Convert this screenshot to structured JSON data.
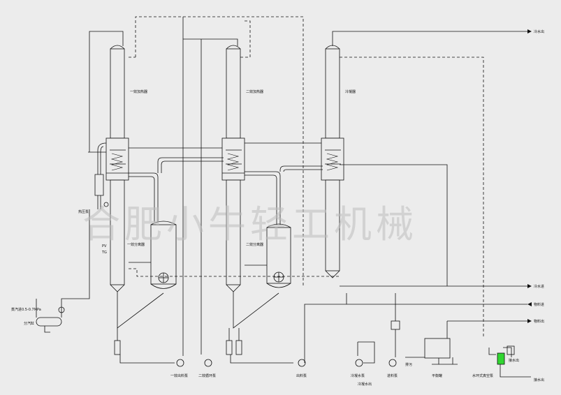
{
  "watermark": "合肥小牛轻工机械",
  "labels": {
    "heater1": "一效加热器",
    "heater2": "二效加热器",
    "condenser": "冷凝器",
    "separator1": "一效分离器",
    "separator2": "二效分离器",
    "thermo_pump": "热压泵",
    "steam_inlet": "蒸汽进0.5-0.7MPa",
    "steam_header": "分汽缸",
    "cool_water_out": "冷水出",
    "cool_water_in": "冷水进",
    "feed_in": "物料进",
    "feed_out": "物料出",
    "vacuum_pump": "水环式真空泵",
    "drain_outlet": "接水出",
    "drain_water_out": "接水出",
    "pump1": "一效出料泵",
    "pump2": "二效循环泵",
    "pump_out": "出料泵",
    "condensate_pump": "冷凝水泵",
    "condensate_out": "冷凝水出",
    "feed_pump": "进料泵",
    "vent": "排污",
    "balance_tank": "平衡罐",
    "pv": "PV",
    "tg": "TG"
  }
}
